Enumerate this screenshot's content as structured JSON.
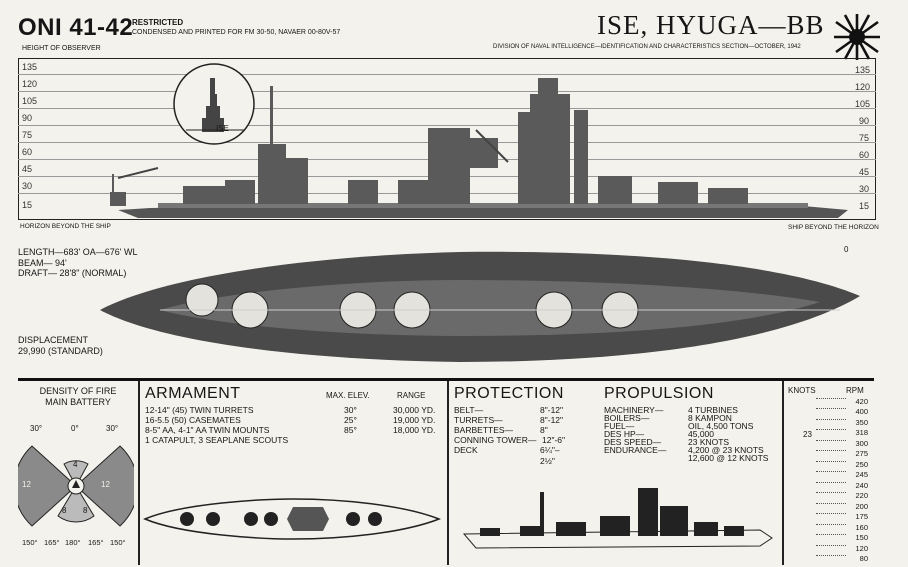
{
  "header": {
    "oni": "ONI 41-42",
    "restricted": "RESTRICTED",
    "condensed": "CONDENSED AND PRINTED FOR FM 30-50, NAVAER 00-80V-57",
    "height_of_observer": "HEIGHT OF OBSERVER",
    "title": "ISE, HYUGA—BB",
    "division": "DIVISION OF NAVAL INTELLIGENCE—IDENTIFICATION AND CHARACTERISTICS SECTION—OCTOBER, 1942"
  },
  "scale": [
    "135",
    "120",
    "105",
    "90",
    "75",
    "60",
    "45",
    "30",
    "15"
  ],
  "profile": {
    "inset_label": "ISE",
    "horizon_left": "HORIZON BEYOND THE SHIP",
    "horizon_right": "SHIP BEYOND THE HORIZON",
    "zero": "0"
  },
  "dimensions": {
    "length": "LENGTH—683' OA—676' WL",
    "beam": "BEAM—    94'",
    "draft": "DRAFT—  28'8\" (NORMAL)",
    "displacement": "DISPLACEMENT",
    "displacement_value": "29,990 (STANDARD)"
  },
  "density": {
    "title": "DENSITY OF FIRE",
    "subtitle": "MAIN BATTERY",
    "top_angles": [
      "30°",
      "0°",
      "30°"
    ],
    "bottom_angles": [
      "150°",
      "165°",
      "180°",
      "165°",
      "150°"
    ],
    "sector_values": [
      "12",
      "4",
      "12",
      "8",
      "8"
    ]
  },
  "armament": {
    "title": "ARMAMENT",
    "col_elev": "MAX. ELEV.",
    "col_range": "RANGE",
    "rows": [
      {
        "desc": "12-14\" (45) TWIN TURRETS",
        "elev": "30°",
        "range": "30,000 YD."
      },
      {
        "desc": "16-5.5 (50) CASEMATES",
        "elev": "25°",
        "range": "19,000 YD."
      },
      {
        "desc": "8-5\" AA, 4-1\" AA TWIN MOUNTS",
        "elev": "85°",
        "range": "18,000 YD."
      },
      {
        "desc": "1 CATAPULT, 3 SEAPLANE SCOUTS",
        "elev": "",
        "range": ""
      }
    ]
  },
  "protection": {
    "title": "PROTECTION",
    "rows": [
      {
        "label": "BELT—",
        "value": "8\"-12\""
      },
      {
        "label": "TURRETS—",
        "value": "8\"-12\""
      },
      {
        "label": "BARBETTES—",
        "value": "8\""
      },
      {
        "label": "CONNING TOWER—",
        "value": "12\"-6\""
      },
      {
        "label": "DECK",
        "value": "6¼\"–"
      },
      {
        "label": "",
        "value": "2½\""
      }
    ]
  },
  "propulsion": {
    "title": "PROPULSION",
    "rows": [
      {
        "label": "MACHINERY—",
        "value": "4 TURBINES"
      },
      {
        "label": "BOILERS—",
        "value": "8 KAMPON"
      },
      {
        "label": "FUEL—",
        "value": "OIL, 4,500 TONS"
      },
      {
        "label": "DES HP—",
        "value": "45,000"
      },
      {
        "label": "DES SPEED—",
        "value": "23 KNOTS"
      },
      {
        "label": "ENDURANCE—",
        "value": "4,200 @ 23 KNOTS"
      },
      {
        "label": "",
        "value": "12,600 @ 12 KNOTS"
      }
    ]
  },
  "rpm": {
    "knots_label": "KNOTS",
    "rpm_label": "RPM",
    "knots_mark": "23",
    "values": [
      "420",
      "400",
      "350",
      "318",
      "300",
      "275",
      "250",
      "245",
      "240",
      "220",
      "200",
      "175",
      "160",
      "150",
      "120",
      "80"
    ]
  }
}
